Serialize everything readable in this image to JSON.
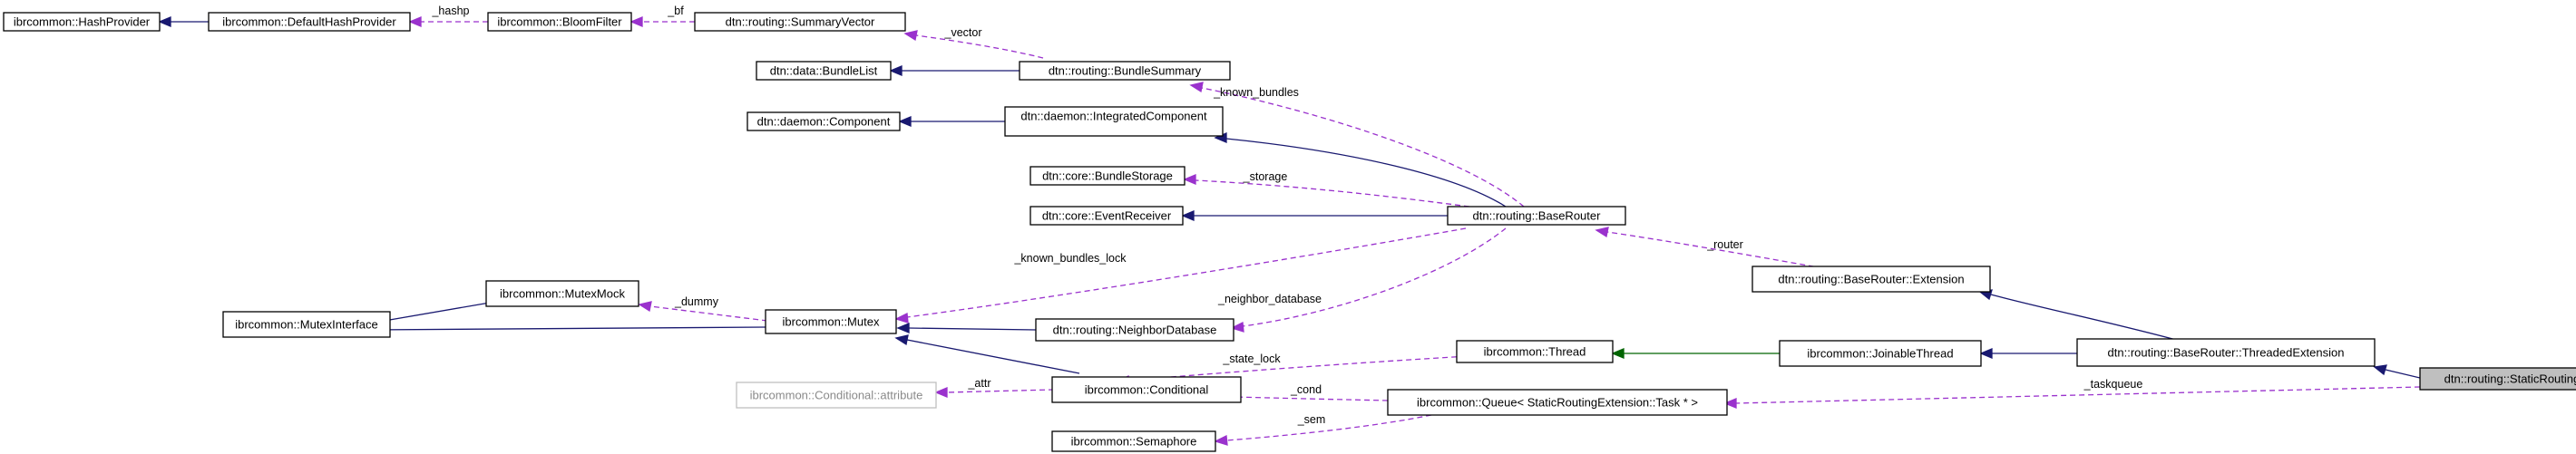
{
  "nodes": {
    "hashprovider": "ibrcommon::HashProvider",
    "defaulthashprovider": "ibrcommon::DefaultHashProvider",
    "bloomfilter": "ibrcommon::BloomFilter",
    "summaryvector": "dtn::routing::SummaryVector",
    "bundlelist": "dtn::data::BundleList",
    "bundlesummary": "dtn::routing::BundleSummary",
    "component": "dtn::daemon::Component",
    "integratedcomponent": "dtn::daemon::IntegratedComponent",
    "bundlestorage": "dtn::core::BundleStorage",
    "eventreceiver": "dtn::core::EventReceiver",
    "baserouter": "dtn::routing::BaseRouter",
    "mutexinterface": "ibrcommon::MutexInterface",
    "mutexmock": "ibrcommon::MutexMock",
    "mutex": "ibrcommon::Mutex",
    "neighbordatabase": "dtn::routing::NeighborDatabase",
    "extension": "dtn::routing::BaseRouter::Extension",
    "thread": "ibrcommon::Thread",
    "joinablethread": "ibrcommon::JoinableThread",
    "threadedextension": "dtn::routing::BaseRouter::ThreadedExtension",
    "staticrouting": "dtn::routing::StaticRoutingExtension",
    "attribute": "ibrcommon::Conditional::attribute",
    "conditional": "ibrcommon::Conditional",
    "queue": "ibrcommon::Queue< StaticRoutingExtension::Task * >",
    "semaphore": "ibrcommon::Semaphore"
  },
  "edge_labels": {
    "hashp": "_hashp",
    "bf": "_bf",
    "vector": "_vector",
    "known_bundles": "_known_bundles",
    "storage": "_storage",
    "known_bundles_lock": "_known_bundles_lock",
    "neighbor_database": "_neighbor_database",
    "router": "_router",
    "dummy": "_dummy",
    "state_lock": "_state_lock",
    "attr": "_attr",
    "cond": "_cond",
    "sem": "_sem",
    "taskqueue": "_taskqueue"
  },
  "colors": {
    "inheritance": "#191970",
    "private_inheritance": "#006400",
    "usage": "#9a32cd",
    "focus_fill": "#bfbfbf",
    "undocumented_border": "#bfbfbf"
  }
}
